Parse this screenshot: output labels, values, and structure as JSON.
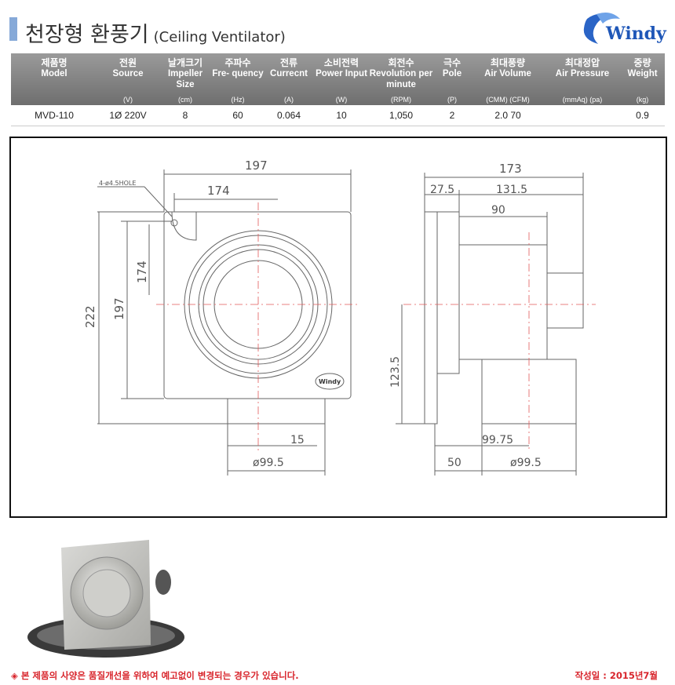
{
  "header": {
    "title_ko": "천장형 환풍기",
    "title_en": "(Ceiling Ventilator)",
    "logo_text": "Windy"
  },
  "spec": {
    "columns": [
      {
        "ko": "제품명",
        "en": "Model",
        "unit": ""
      },
      {
        "ko": "전원",
        "en": "Source",
        "unit": "(V)"
      },
      {
        "ko": "날개크기",
        "en": "Impeller Size",
        "unit": "(cm)"
      },
      {
        "ko": "주파수",
        "en": "Fre- quency",
        "unit": "(Hz)"
      },
      {
        "ko": "전류",
        "en": "Currecnt",
        "unit": "(A)"
      },
      {
        "ko": "소비전력",
        "en": "Power Input",
        "unit": "(W)"
      },
      {
        "ko": "회전수",
        "en": "Revolution per minute",
        "unit": "(RPM)"
      },
      {
        "ko": "극수",
        "en": "Pole",
        "unit": "(P)"
      },
      {
        "ko": "최대풍량",
        "en": "Air Volume",
        "unit": "(CMM)  (CFM)"
      },
      {
        "ko": "최대정압",
        "en": "Air Pressure",
        "unit": "(mmAq)   (pa)"
      },
      {
        "ko": "중량",
        "en": "Weight",
        "unit": "(kg)"
      }
    ],
    "row": [
      "MVD-110",
      "1Ø 220V",
      "8",
      "60",
      "0.064",
      "10",
      "1,050",
      "2",
      "2.0      70",
      "",
      "0.9"
    ]
  },
  "drawing": {
    "front": {
      "w197": "197",
      "w174": "174",
      "hole": "4-ø4.5HOLE",
      "h174": "174",
      "h197": "197",
      "h222": "222",
      "d15": "15",
      "d995": "ø99.5",
      "logo": "Windy"
    },
    "side": {
      "w173": "173",
      "w275": "27.5",
      "w1315": "131.5",
      "w90": "90",
      "h1235": "123.5",
      "w9975": "99.75",
      "w50": "50",
      "d995": "ø99.5"
    }
  },
  "footer": {
    "notice": "◈ 본 제품의 사양은 품질개선을 위하여 예고없이 변경되는 경우가 있습니다.",
    "date": "작성일 : 2015년7월"
  }
}
